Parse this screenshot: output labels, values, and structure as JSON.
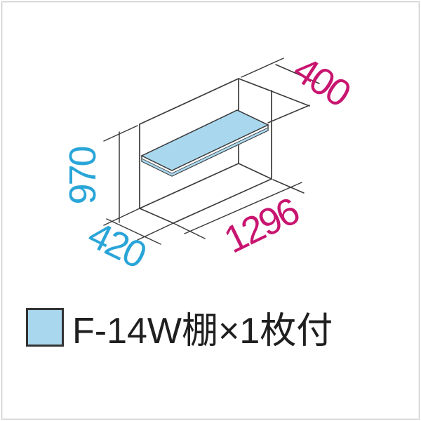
{
  "diagram": {
    "description": "isometric wireframe of storage unit with one shelf",
    "line_color": "#3b3b3b",
    "shelf_color": "#a9d8ee",
    "dimensions": {
      "depth_top": {
        "label": "400",
        "color": "#c81570"
      },
      "height": {
        "label": "970",
        "color": "#29a5d8"
      },
      "depth_bottom": {
        "label": "420",
        "color": "#29a5d8"
      },
      "width": {
        "label": "1296",
        "color": "#c81570"
      }
    }
  },
  "legend": {
    "swatch_color": "#a9d8ee",
    "label": "F-14W棚×1枚付"
  }
}
